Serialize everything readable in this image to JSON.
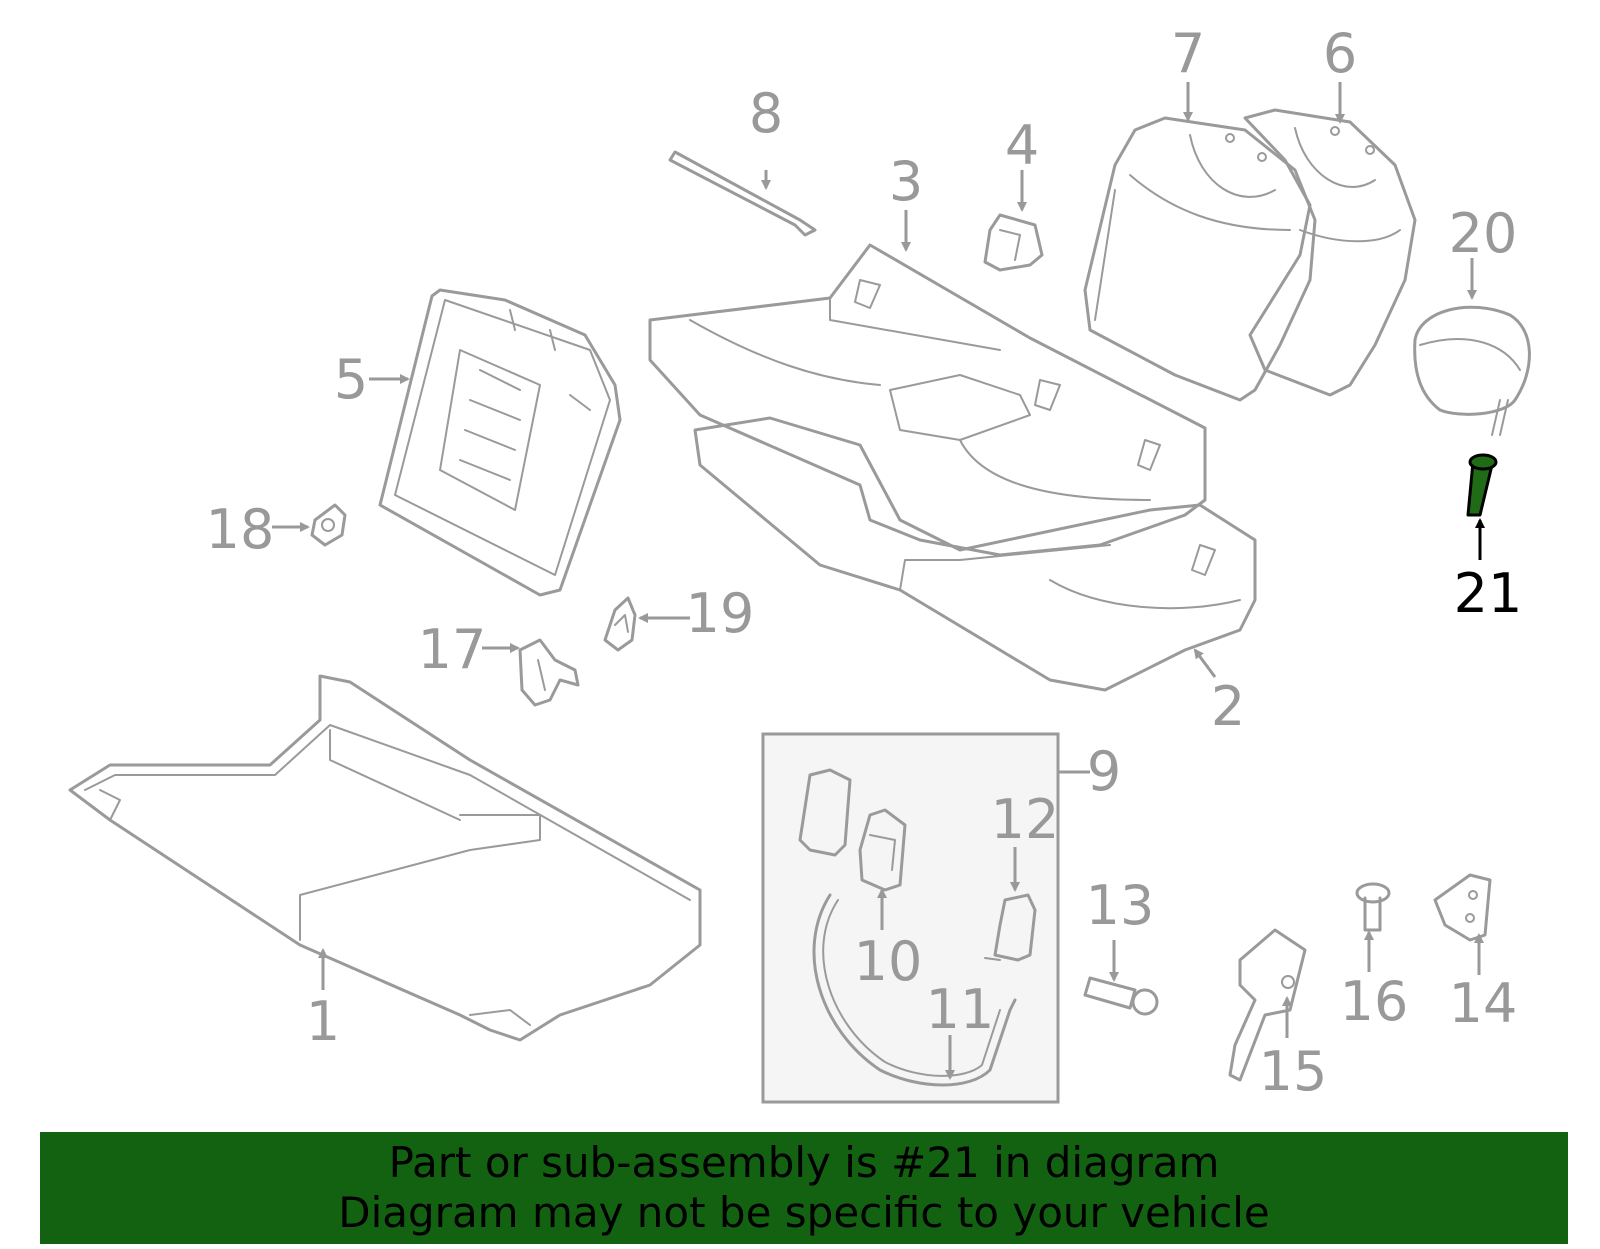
{
  "callouts": {
    "c1": "1",
    "c2": "2",
    "c3": "3",
    "c4": "4",
    "c5": "5",
    "c6": "6",
    "c7": "7",
    "c8": "8",
    "c9": "9",
    "c10": "10",
    "c11": "11",
    "c12": "12",
    "c13": "13",
    "c14": "14",
    "c15": "15",
    "c16": "16",
    "c17": "17",
    "c18": "18",
    "c19": "19",
    "c20": "20",
    "c21": "21"
  },
  "highlight_part": "21",
  "colors": {
    "highlight_fill": "#1f6b16",
    "banner_background": "#136212",
    "part_stroke": "#9a9a9a"
  },
  "banner": {
    "line1": "Part or sub-assembly is #21 in diagram",
    "line2": "Diagram may not be specific to your vehicle"
  }
}
